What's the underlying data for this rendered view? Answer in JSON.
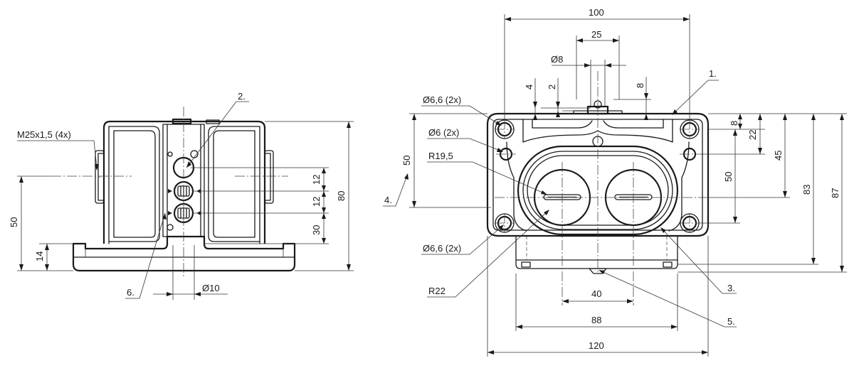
{
  "left_view": {
    "thread_label": "M25x1,5 (4x)",
    "dims": {
      "d50": "50",
      "d14": "14",
      "d12a": "12",
      "d12b": "12",
      "d30": "30",
      "d80": "80",
      "dia10": "Ø10"
    },
    "callouts": {
      "c2": "2.",
      "c6": "6."
    }
  },
  "right_view": {
    "dims": {
      "d100": "100",
      "d25": "25",
      "dia8": "Ø8",
      "d4": "4",
      "d2": "2",
      "d8top": "8",
      "d8r": "8",
      "d22": "22",
      "d45": "45",
      "d50r": "50",
      "d83": "83",
      "d87": "87",
      "d50l": "50",
      "d40": "40",
      "d88": "88",
      "d120": "120"
    },
    "labels": {
      "hole_top": "Ø6,6 (2x)",
      "hole_mid": "Ø6 (2x)",
      "radius1": "R19,5",
      "hole_bot": "Ø6,6 (2x)",
      "radius2": "R22"
    },
    "callouts": {
      "c1": "1.",
      "c3": "3.",
      "c4": "4.",
      "c5": "5."
    }
  }
}
